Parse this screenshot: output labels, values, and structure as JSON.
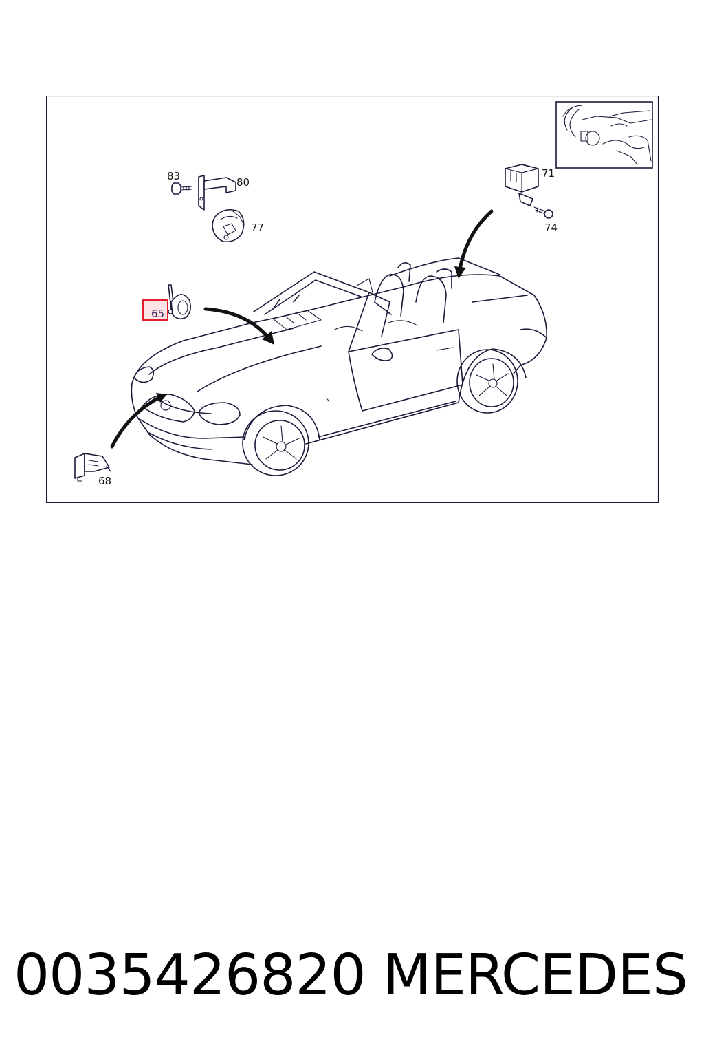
{
  "diagram": {
    "callouts": {
      "c83": "83",
      "c80": "80",
      "c77": "77",
      "c71": "71",
      "c74": "74",
      "c65": "65",
      "c68": "68"
    },
    "highlighted_callout": "65",
    "highlight_color": "#e0202a",
    "highlight_fill": "#fbe3e6",
    "frame_color": "#1a1a3a"
  },
  "footer": {
    "part_number": "0035426820",
    "brand": "MERCEDES"
  }
}
